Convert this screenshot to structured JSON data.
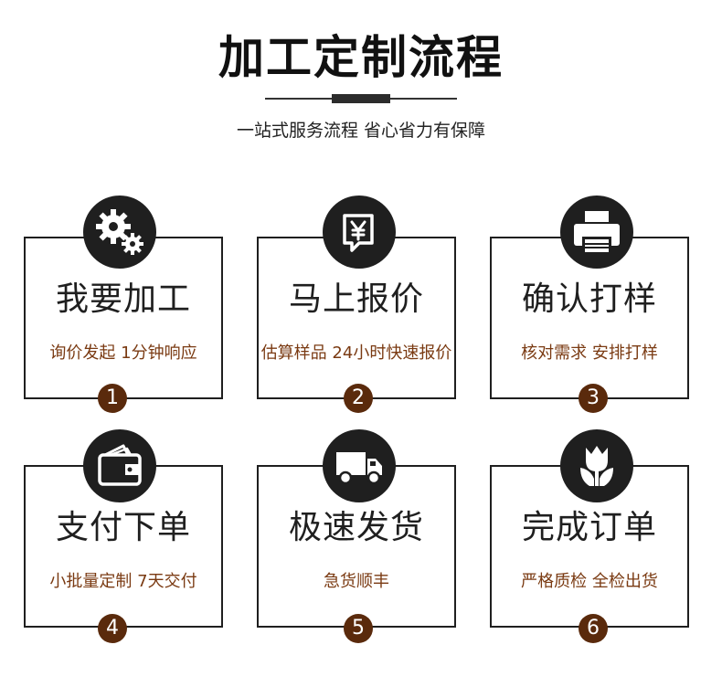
{
  "header": {
    "title": "加工定制流程",
    "subtitle": "一站式服务流程 省心省力有保障"
  },
  "steps": [
    {
      "number": "1",
      "title": "我要加工",
      "desc": "询价发起  1分钟响应",
      "icon": "gears-icon"
    },
    {
      "number": "2",
      "title": "马上报价",
      "desc": "估算样品 24小时快速报价",
      "icon": "yen-document-icon"
    },
    {
      "number": "3",
      "title": "确认打样",
      "desc": "核对需求  安排打样",
      "icon": "printer-icon"
    },
    {
      "number": "4",
      "title": "支付下单",
      "desc": "小批量定制  7天交付",
      "icon": "wallet-icon"
    },
    {
      "number": "5",
      "title": "极速发货",
      "desc": "急货顺丰",
      "icon": "delivery-truck-icon"
    },
    {
      "number": "6",
      "title": "完成订单",
      "desc": "严格质检  全检出货",
      "icon": "tulip-icon"
    }
  ],
  "colors": {
    "dark": "#1f1f1f",
    "accent_text": "#7a3a12",
    "badge": "#5a2a0c"
  }
}
